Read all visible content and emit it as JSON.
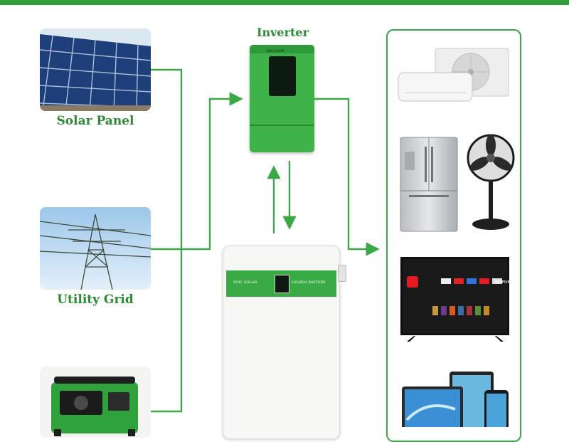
{
  "colors": {
    "accent": "#2e9d3a",
    "text_green": "#2d8a34",
    "arrow": "#3aa845"
  },
  "sources": {
    "solar_panel": {
      "label": "Solar Panel",
      "icon": "solar-panel-image"
    },
    "utility_grid": {
      "label": "Utility Grid",
      "icon": "power-tower-image"
    },
    "generator": {
      "label": "",
      "icon": "generator-image"
    }
  },
  "inverter": {
    "title": "Inverter",
    "brand": "WHC SOLAR",
    "icon": "inverter-image"
  },
  "battery": {
    "brand": "WHC SOLAR",
    "label": "LiFePO4 BATTERY",
    "icon": "battery-image"
  },
  "loads": {
    "icons": [
      "air-conditioner-image",
      "refrigerator-image",
      "standing-fan-image",
      "television-image",
      "devices-image"
    ],
    "tv_logo": "NETFLIX"
  }
}
